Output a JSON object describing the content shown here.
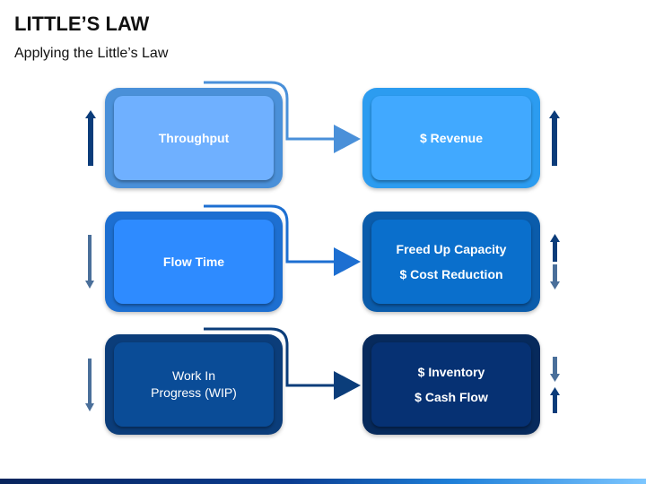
{
  "header": {
    "title": "LITTLE’S LAW",
    "subtitle": "Applying the Little’s Law"
  },
  "rows": [
    {
      "left": {
        "label": "Throughput",
        "outer": "#4a90d9",
        "inner": "#6fb0ff"
      },
      "right": {
        "lines": [
          "$ Revenue"
        ],
        "outer": "#2c9cf0",
        "inner": "#41a9ff"
      },
      "left_trend": "up",
      "right_trend": [
        "up"
      ]
    },
    {
      "left": {
        "label": "Flow Time",
        "outer": "#1d6fd1",
        "inner": "#2e8bff"
      },
      "right": {
        "lines": [
          "Freed Up Capacity",
          "$ Cost Reduction"
        ],
        "outer": "#0b5cab",
        "inner": "#0a6fcc"
      },
      "left_trend": "down",
      "right_trend": [
        "up",
        "down"
      ]
    },
    {
      "left": {
        "label_lines": [
          "Work In",
          "Progress (WIP)"
        ],
        "outer": "#0b3d7a",
        "inner": "#0a4c97"
      },
      "right": {
        "lines": [
          "$ Inventory",
          "$ Cash Flow"
        ],
        "outer": "#072a5c",
        "inner": "#063173"
      },
      "left_trend": "down",
      "right_trend": [
        "down",
        "up"
      ]
    }
  ],
  "colors": {
    "trend_up": "#0b3c7a",
    "trend_down": "#4a6f9a",
    "connector_row1": "#4a90d9",
    "connector_row2": "#1d6fd1",
    "connector_row3": "#0b3d7a"
  }
}
